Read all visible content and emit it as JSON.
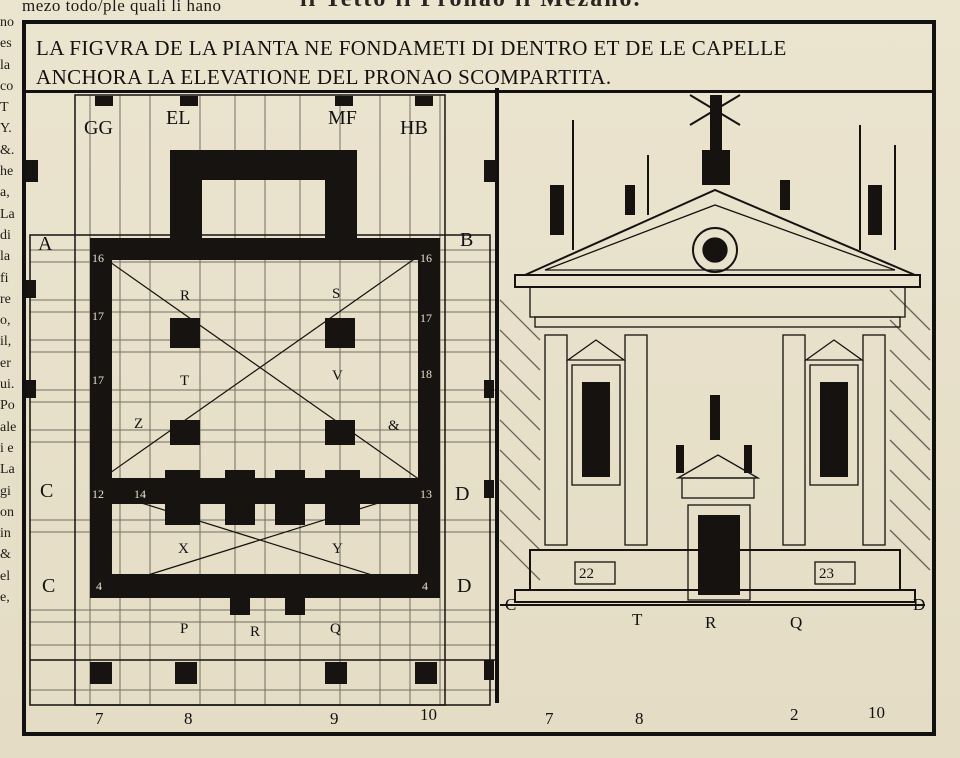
{
  "header": {
    "running_head_left": "mezo todo/ple quali li hano",
    "running_head_right": "il Tetto il Pronao il Mezano."
  },
  "margin_text": [
    "no",
    "es",
    "la",
    "co",
    "T",
    "Y.",
    "&.",
    "he",
    "a,",
    "La",
    "di",
    "la",
    "fi",
    "re",
    "o,",
    "il,",
    "er",
    "ui.",
    "Po",
    "ale",
    "i e",
    "La",
    "gi",
    "on",
    "in",
    "&",
    "el",
    "e,"
  ],
  "caption": {
    "line1": "LA FIGVRA DE LA PIANTA NE FONDAMETI DI DENTRO ET DE LE CAPELLE",
    "line2": "ANCHORA LA ELEVATIONE DEL PRONAO SCOMPARTITA."
  },
  "plan": {
    "top_labels": [
      "GG",
      "EL",
      "MF",
      "HB"
    ],
    "side_labels_left": [
      "A",
      "C",
      "C"
    ],
    "side_labels_right": [
      "B",
      "D",
      "D"
    ],
    "room_letters": [
      "R",
      "S",
      "T",
      "V",
      "Z",
      "&",
      "X",
      "Y",
      "P",
      "R",
      "Q"
    ],
    "numbers": [
      "16",
      "16",
      "17",
      "17",
      "17",
      "18",
      "12",
      "14",
      "13",
      "4",
      "4"
    ],
    "bottom_numbers": [
      "7",
      "8",
      "9",
      "10"
    ]
  },
  "elevation": {
    "panel_numbers": [
      "22",
      "23"
    ],
    "corner_labels": [
      "C",
      "D"
    ],
    "ground_letters": [
      "T",
      "R",
      "Q"
    ],
    "bottom_numbers": [
      "7",
      "8",
      "2",
      "10"
    ]
  }
}
